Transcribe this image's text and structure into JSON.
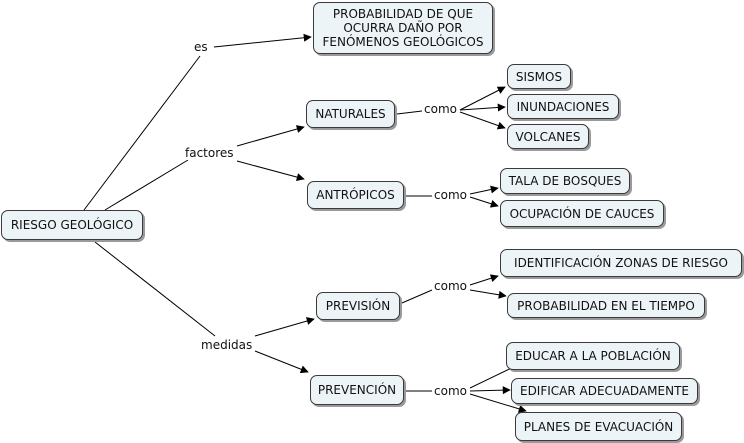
{
  "concepts": {
    "root": "RIESGO GEOLÓGICO",
    "definition": "PROBABILIDAD DE QUE\nOCURRA DAÑO POR\nFENÓMENOS GEOLÓGICOS",
    "naturales": "NATURALES",
    "antropicos": "ANTRÓPICOS",
    "prevision": "PREVISIÓN",
    "prevencion": "PREVENCIÓN",
    "sismos": "SISMOS",
    "inundaciones": "INUNDACIONES",
    "volcanes": "VOLCANES",
    "tala": "TALA DE BOSQUES",
    "ocupacion": "OCUPACIÓN DE CAUCES",
    "identificacion": "IDENTIFICACIÓN ZONAS DE RIESGO",
    "probabilidad_tiempo": "PROBABILIDAD EN EL TIEMPO",
    "educar": "EDUCAR A LA POBLACIÓN",
    "edificar": "EDIFICAR ADECUADAMENTE",
    "planes": "PLANES DE EVACUACIÓN"
  },
  "links": {
    "es": "es",
    "factores": "factores",
    "medidas": "medidas",
    "como_naturales": "como",
    "como_antropicos": "como",
    "como_prevision": "como",
    "como_prevencion": "como"
  },
  "colors": {
    "node_fill": "#edf4f7",
    "node_border": "#3a3a3a",
    "line": "#000000"
  }
}
